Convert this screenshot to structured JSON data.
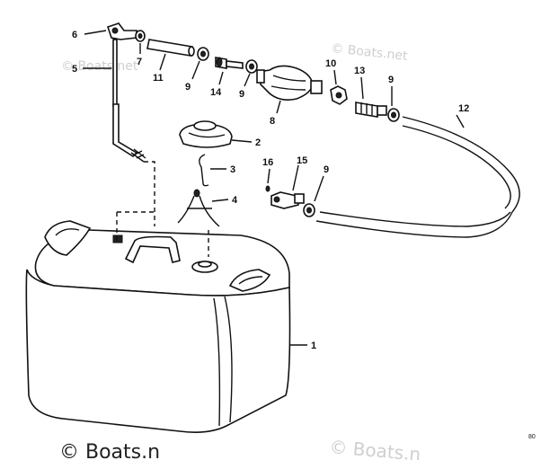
{
  "callouts": [
    {
      "id": "c1",
      "label": "1"
    },
    {
      "id": "c2",
      "label": "2"
    },
    {
      "id": "c3",
      "label": "3"
    },
    {
      "id": "c4",
      "label": "4"
    },
    {
      "id": "c5",
      "label": "5"
    },
    {
      "id": "c6",
      "label": "6"
    },
    {
      "id": "c7",
      "label": "7"
    },
    {
      "id": "c8",
      "label": "8"
    },
    {
      "id": "c9a",
      "label": "9"
    },
    {
      "id": "c9b",
      "label": "9"
    },
    {
      "id": "c9c",
      "label": "9"
    },
    {
      "id": "c9d",
      "label": "9"
    },
    {
      "id": "c10",
      "label": "10"
    },
    {
      "id": "c11",
      "label": "11"
    },
    {
      "id": "c12",
      "label": "12"
    },
    {
      "id": "c13",
      "label": "13"
    },
    {
      "id": "c14",
      "label": "14"
    },
    {
      "id": "c15",
      "label": "15"
    },
    {
      "id": "c16",
      "label": "16"
    }
  ],
  "watermarks": {
    "top_left": "© Boats.net",
    "top_right": "© Boats.net",
    "bottom_left": "© Boats.n",
    "bottom_right": "© Boats.n"
  },
  "corner_code": "80"
}
